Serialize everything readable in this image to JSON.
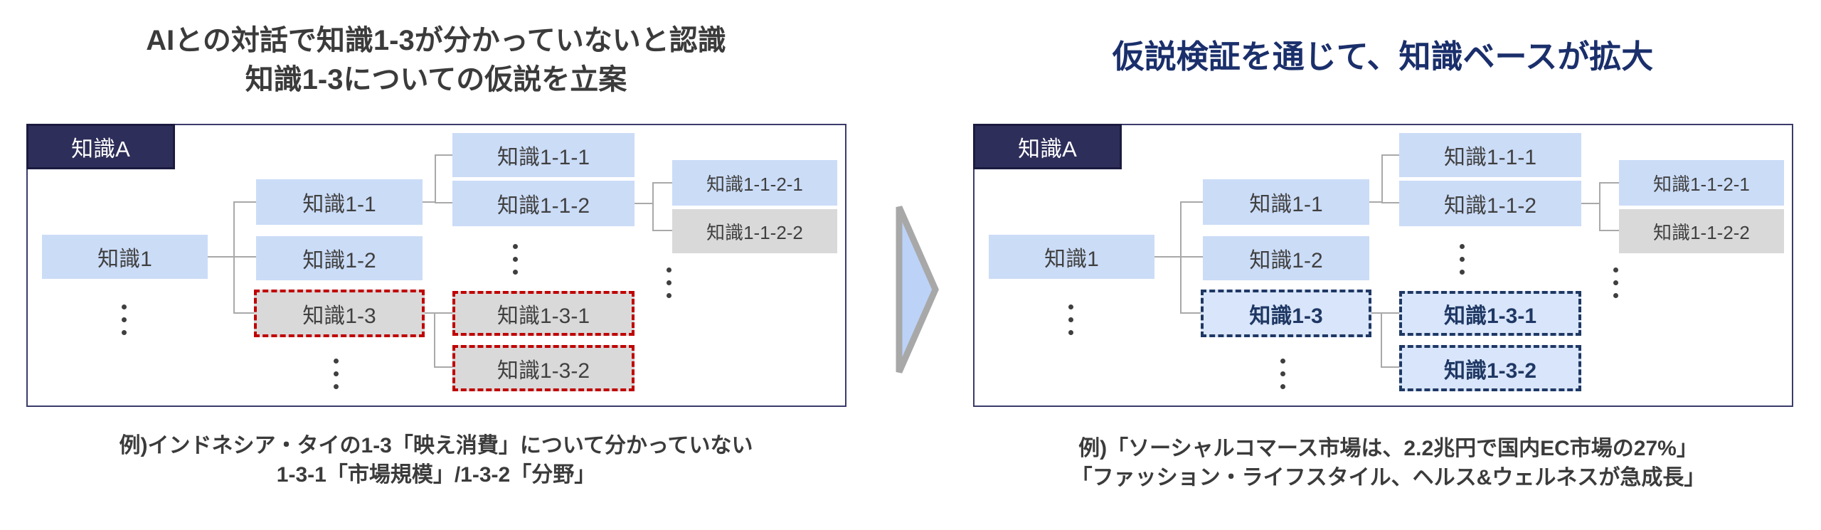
{
  "left_section": {
    "title_line1": "AIとの対話で知識1-3が分かっていないと認識",
    "title_line2": "知識1-3についての仮説を立案",
    "caption_line1": "例)インドネシア・タイの1-3「映え消費」について分かっていない",
    "caption_line2": "1-3-1「市場規模」/1-3-2「分野」"
  },
  "right_section": {
    "title": "仮説検証を通じて、知識ベースが拡大",
    "caption_line1": "例)「ソーシャルコマース市場は、2.2兆円で国内EC市場の27%」",
    "caption_line2": "「ファッション・ライフスタイル、ヘルス&ウェルネスが急成長」"
  },
  "tree": {
    "root_label": "知識A",
    "n1": "知識1",
    "n1_1": "知識1-1",
    "n1_2": "知識1-2",
    "n1_3": "知識1-3",
    "n1_1_1": "知識1-1-1",
    "n1_1_2": "知識1-1-2",
    "n1_1_2_1": "知識1-1-2-1",
    "n1_1_2_2": "知識1-1-2-2",
    "n1_3_1": "知識1-3-1",
    "n1_3_2": "知識1-3-2"
  },
  "colors": {
    "node_blue": "#cbdcf7",
    "node_gray": "#d9d9d9",
    "highlight_red_border": "#c00000",
    "highlight_navy_border": "#1f3864",
    "highlight_blue_fill": "#d9e5fa",
    "panel_border": "#3b3b6b",
    "root_tag_fill": "#2e2e5a",
    "title_left_color": "#3b3b3b",
    "title_right_color": "#1a2f6b",
    "arrow_fill": "#bcd3f7",
    "arrow_border": "#a8a8a8",
    "connector": "#a9a9a9"
  }
}
